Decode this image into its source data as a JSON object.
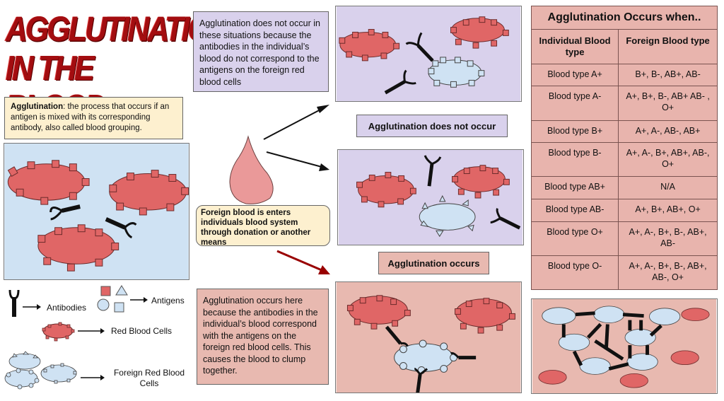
{
  "title": {
    "line1": "AGGLUTINATION",
    "line2": "IN THE BLOOD",
    "color": "#a30d10"
  },
  "definition": {
    "term": "Agglutination",
    "text": ": the process that occurs if an antigen is mixed with its corresponding antibody, also called blood grouping."
  },
  "explanations": {
    "not_occur": "Agglutination does not occur in these situations because the antibodies in the individual’s blood do not correspond to the antigens on the foreign red blood cells",
    "occurs": "Agglutination occurs here because the antibodies in the individual’s blood correspond with the antigens on the foreign red blood cells. This causes the blood to clump together.",
    "foreign_blood": "Foreign blood is enters individuals blood system through donation or another means"
  },
  "labels": {
    "not_occur": "Agglutination does not occur",
    "occurs": "Agglutination occurs"
  },
  "legend": {
    "antibodies": "Antibodies",
    "antigens": "Antigens",
    "red_blood_cells": "Red Blood Cells",
    "foreign_red_blood_cells": "Foreign Red Blood Cells"
  },
  "table": {
    "title": "Agglutination Occurs when..",
    "headers": [
      "Individual Blood type",
      "Foreign Blood type"
    ],
    "rows": [
      [
        "Blood type A+",
        "B+, B-, AB+, AB-"
      ],
      [
        "Blood type A-",
        "A+, B+, B-, AB+ AB- , O+"
      ],
      [
        "Blood type B+",
        "A+, A-, AB-, AB+"
      ],
      [
        "Blood type B-",
        "A+, A-, B+, AB+, AB-, O+"
      ],
      [
        "Blood type AB+",
        "N/A"
      ],
      [
        "Blood type AB-",
        "A+, B+, AB+, O+"
      ],
      [
        "Blood type O+",
        "A+, A-, B+, B-, AB+, AB-"
      ],
      [
        "Blood type O-",
        "A+, A-, B+, B-, AB+, AB-, O+"
      ]
    ]
  },
  "colors": {
    "red_cell": "#e06666",
    "foreign_cell": "#cfe2f3",
    "lavender": "#d9d1ec",
    "pink": "#e8b9b0",
    "cream": "#fdf0cf",
    "blue_panel": "#cfe2f3",
    "drop": "#ea9999",
    "arrow_red": "#990000"
  }
}
